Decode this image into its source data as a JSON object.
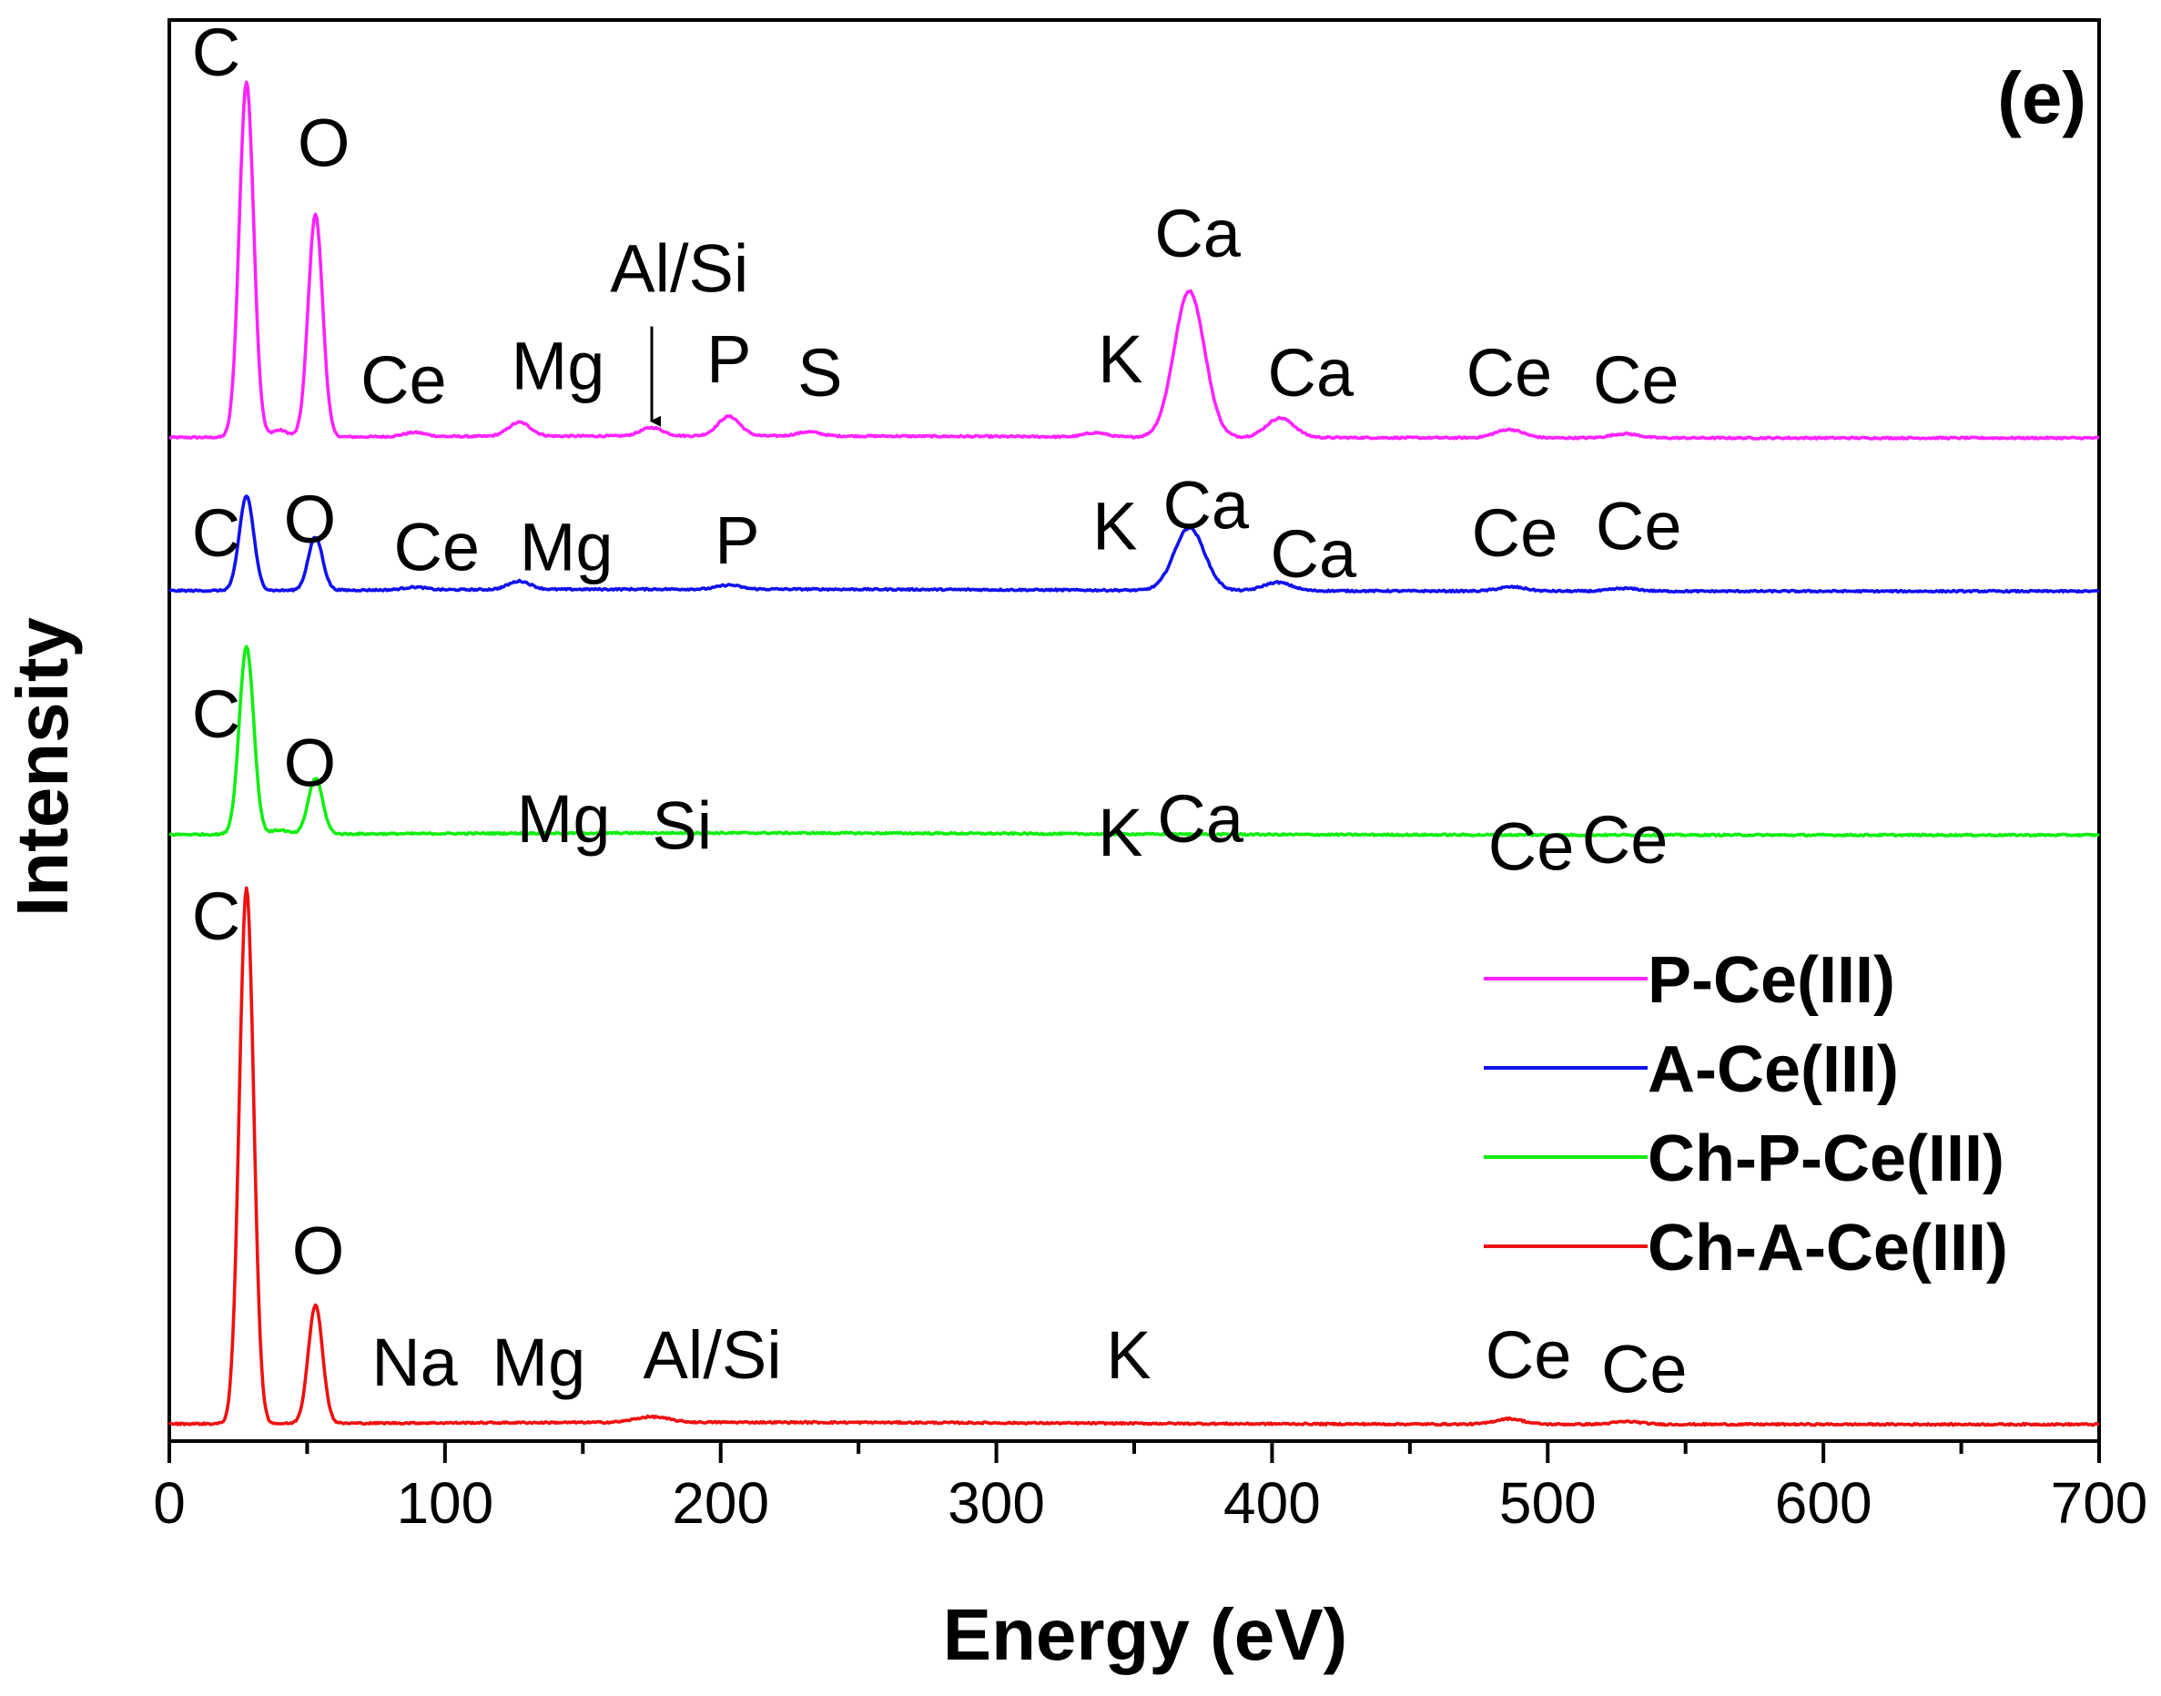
{
  "chart_data": {
    "type": "line",
    "xlabel": "Energy (eV)",
    "ylabel": "Intensity",
    "panel_label": "(e)",
    "xlim": [
      0,
      700
    ],
    "x_ticks": [
      0,
      100,
      200,
      300,
      400,
      500,
      600,
      700
    ],
    "x_tick_labels": [
      "0",
      "100",
      "200",
      "300",
      "400",
      "500",
      "600",
      "700"
    ],
    "x_minor_step": 50,
    "ylim": [
      0,
      10.2
    ],
    "y_ticks_shown": false,
    "grid": false,
    "legend_position": "lower-right",
    "series": [
      {
        "name": "P-Ce(III)",
        "color": "#ff22ff",
        "baseline": 7.2,
        "peaks": [
          {
            "x": 28,
            "height": 2.55,
            "width": 2.6
          },
          {
            "x": 53,
            "height": 1.6,
            "width": 2.6
          },
          {
            "x": 40,
            "height": 0.05,
            "width": 3
          },
          {
            "x": 89,
            "height": 0.03,
            "width": 4
          },
          {
            "x": 127,
            "height": 0.1,
            "width": 4
          },
          {
            "x": 175,
            "height": 0.06,
            "width": 4
          },
          {
            "x": 203,
            "height": 0.14,
            "width": 4
          },
          {
            "x": 232,
            "height": 0.03,
            "width": 4
          },
          {
            "x": 336,
            "height": 0.03,
            "width": 4
          },
          {
            "x": 370,
            "height": 1.05,
            "width": 5.5
          },
          {
            "x": 403,
            "height": 0.14,
            "width": 5
          },
          {
            "x": 486,
            "height": 0.06,
            "width": 5
          },
          {
            "x": 528,
            "height": 0.03,
            "width": 5
          }
        ],
        "labels": [
          {
            "text": "C",
            "x": 17,
            "y": 9.8
          },
          {
            "text": "O",
            "x": 56,
            "y": 9.15
          },
          {
            "text": "Ce",
            "x": 85,
            "y": 7.45
          },
          {
            "text": "Mg",
            "x": 141,
            "y": 7.55
          },
          {
            "text": "Al/Si",
            "x": 185,
            "y": 8.25
          },
          {
            "text": "P",
            "x": 203,
            "y": 7.6
          },
          {
            "text": "S",
            "x": 236,
            "y": 7.5
          },
          {
            "text": "K",
            "x": 345,
            "y": 7.6
          },
          {
            "text": "Ca",
            "x": 373,
            "y": 8.5
          },
          {
            "text": "Ca",
            "x": 414,
            "y": 7.5
          },
          {
            "text": "Ce",
            "x": 486,
            "y": 7.5
          },
          {
            "text": "Ce",
            "x": 532,
            "y": 7.45
          }
        ]
      },
      {
        "name": "A-Ce(III)",
        "color": "#1111ee",
        "baseline": 6.1,
        "peaks": [
          {
            "x": 28,
            "height": 0.68,
            "width": 2.6
          },
          {
            "x": 53,
            "height": 0.38,
            "width": 2.6
          },
          {
            "x": 89,
            "height": 0.02,
            "width": 4
          },
          {
            "x": 127,
            "height": 0.06,
            "width": 4
          },
          {
            "x": 203,
            "height": 0.03,
            "width": 4
          },
          {
            "x": 370,
            "height": 0.45,
            "width": 5.5
          },
          {
            "x": 402,
            "height": 0.06,
            "width": 5
          },
          {
            "x": 487,
            "height": 0.03,
            "width": 5
          },
          {
            "x": 528,
            "height": 0.02,
            "width": 5
          }
        ],
        "labels": [
          {
            "text": "C",
            "x": 17,
            "y": 6.35
          },
          {
            "text": "O",
            "x": 51,
            "y": 6.45
          },
          {
            "text": "Ce",
            "x": 97,
            "y": 6.25
          },
          {
            "text": "Mg",
            "x": 144,
            "y": 6.25
          },
          {
            "text": "P",
            "x": 206,
            "y": 6.3
          },
          {
            "text": "K",
            "x": 343,
            "y": 6.4
          },
          {
            "text": "Ca",
            "x": 376,
            "y": 6.55
          },
          {
            "text": "Ca",
            "x": 415,
            "y": 6.2
          },
          {
            "text": "Ce",
            "x": 488,
            "y": 6.35
          },
          {
            "text": "Ce",
            "x": 533,
            "y": 6.4
          }
        ]
      },
      {
        "name": "Ch-P-Ce(III)",
        "color": "#11ee11",
        "baseline": 4.35,
        "peaks": [
          {
            "x": 28,
            "height": 1.35,
            "width": 2.6
          },
          {
            "x": 53,
            "height": 0.4,
            "width": 2.6
          },
          {
            "x": 40,
            "height": 0.03,
            "width": 3
          }
        ],
        "labels": [
          {
            "text": "C",
            "x": 17,
            "y": 5.05
          },
          {
            "text": "O",
            "x": 51,
            "y": 4.7
          },
          {
            "text": "Mg",
            "x": 143,
            "y": 4.3
          },
          {
            "text": "Si",
            "x": 186,
            "y": 4.25
          },
          {
            "text": "K",
            "x": 345,
            "y": 4.2
          },
          {
            "text": "Ca",
            "x": 374,
            "y": 4.3
          },
          {
            "text": "Ce",
            "x": 494,
            "y": 4.1
          },
          {
            "text": "Ce",
            "x": 528,
            "y": 4.15
          }
        ]
      },
      {
        "name": "Ch-A-Ce(III)",
        "color": "#ee1111",
        "baseline": 0.12,
        "peaks": [
          {
            "x": 28,
            "height": 3.85,
            "width": 2.6
          },
          {
            "x": 53,
            "height": 0.85,
            "width": 2.6
          },
          {
            "x": 175,
            "height": 0.04,
            "width": 6
          },
          {
            "x": 486,
            "height": 0.04,
            "width": 5
          },
          {
            "x": 529,
            "height": 0.02,
            "width": 5
          }
        ],
        "labels": [
          {
            "text": "C",
            "x": 17,
            "y": 3.6
          },
          {
            "text": "O",
            "x": 54,
            "y": 1.2
          },
          {
            "text": "Na",
            "x": 89,
            "y": 0.4
          },
          {
            "text": "Mg",
            "x": 134,
            "y": 0.4
          },
          {
            "text": "Al/Si",
            "x": 197,
            "y": 0.45
          },
          {
            "text": "K",
            "x": 348,
            "y": 0.45
          },
          {
            "text": "Ce",
            "x": 493,
            "y": 0.45
          },
          {
            "text": "Ce",
            "x": 535,
            "y": 0.35
          }
        ]
      }
    ],
    "annotations": [
      {
        "type": "arrow",
        "series": "P-Ce(III)",
        "x": 175,
        "y_from": 8.0,
        "y_to": 7.32
      }
    ]
  }
}
